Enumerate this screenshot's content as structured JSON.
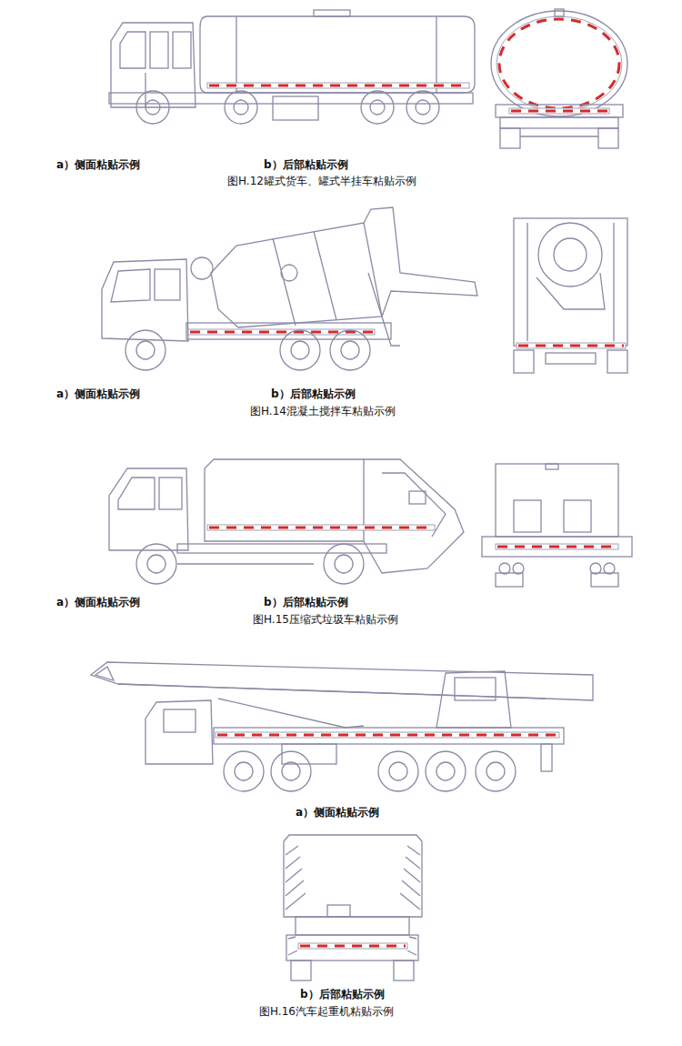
{
  "diagram": {
    "labels": [
      "a）侧面粘贴示例",
      "b）后部粘贴示例",
      "图H.12罐式货车、罐式半挂车粘贴示例",
      "a）侧面粘贴示例",
      "b）后部粘贴示例",
      "图H.14混凝土搅拌车粘贴示例",
      "a）侧面粘贴示例",
      "b）后部粘贴示例",
      "图H.15压缩式垃圾车粘贴示例",
      "a）侧面粘贴示例",
      "b）后部粘贴示例",
      "图H.16汽车起重机粘贴示例"
    ]
  }
}
